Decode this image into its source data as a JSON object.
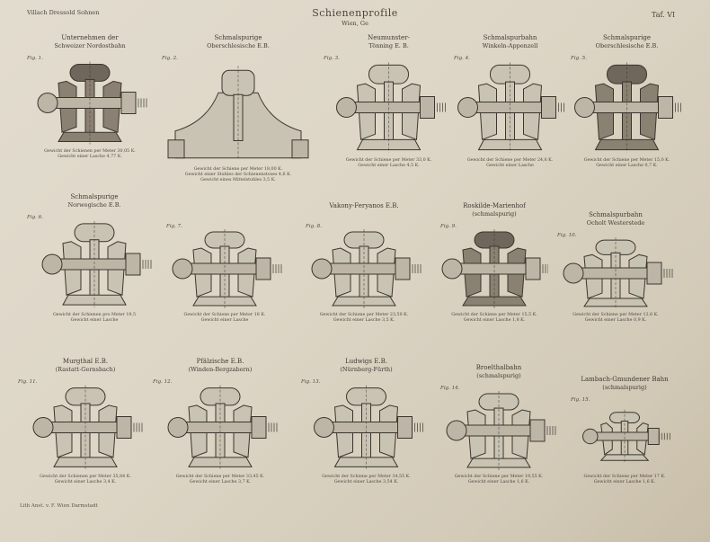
{
  "header": {
    "left": "Villach Dressold Sohnen",
    "title": "Schienenprofile",
    "subtitle": "Wien, Ge",
    "plate": "Taf. VI"
  },
  "footer": "Lith Anst. v. F. Wien Darmstadt",
  "figures": [
    {
      "label": "Fig. 1.",
      "title1": "Unternehmen der",
      "title2": "Schweizer Nordostbahn",
      "cap1": "Gewicht der Schienen per Meter 30,05 K.",
      "cap2": "Gewicht einer Lasche 4,77 K.",
      "variant": "dark"
    },
    {
      "label": "Fig. 2.",
      "title1": "Schmalspurige",
      "title2": "Oberschlesische E.B.",
      "cap1": "Gewicht der Schiene per Meter 18,00 K.",
      "cap2": "Gewicht einer Stuhles der Schienenstoses 4,6 K.",
      "cap3": "Gewicht eines Mittelstuhles 3,5 K.",
      "variant": "chair"
    },
    {
      "label": "Fig. 3.",
      "title1": "Neumunster-",
      "title2": "Tönning E. B.",
      "cap1": "Gewicht der Schiene per Meter 33,0 K.",
      "cap2": "Gewicht einer Lasche 4,5 K.",
      "variant": "light"
    },
    {
      "label": "Fig. 4.",
      "title1": "Schmalspurbahn",
      "title2": "Winkeln-Appenzell",
      "cap1": "Gewicht der Schiene per Meter 24,6 K.",
      "cap2": "Gewicht einer Lasche",
      "variant": "light"
    },
    {
      "label": "Fig. 5.",
      "title1": "Schmalspurige",
      "title2": "Oberschlesische E.B.",
      "cap1": "Gewicht der Schiene per Meter 15,0 K.",
      "cap2": "Gewicht einer Lasche 0,7 K.",
      "variant": "dark"
    },
    {
      "label": "Fig. 6.",
      "title1": "Schmalspurige",
      "title2": "Norwegische E.B.",
      "cap1": "Gewicht der Schienen pro Meter 19,5",
      "cap2": "Gewicht einer Lasche",
      "variant": "light"
    },
    {
      "label": "Fig. 7.",
      "title1": "",
      "title2": "",
      "cap1": "Gewicht der Schiene per Meter 18 K.",
      "cap2": "Gewicht einer Lasche",
      "variant": "light"
    },
    {
      "label": "Fig. 8.",
      "title1": "Vakony-Feryanos E.B.",
      "title2": "",
      "cap1": "Gewicht der Schiene per Meter 23,50 K.",
      "cap2": "Gewicht einer Lasche 3,5 K.",
      "variant": "light"
    },
    {
      "label": "Fig. 9.",
      "title1": "Roskilde-Marienhof",
      "title2": "(schmalspurig)",
      "cap1": "Gewicht der Schiene per Meter 15,5 K.",
      "cap2": "Gewicht einer Lasche 1,8 K.",
      "variant": "dark"
    },
    {
      "label": "Fig. 10.",
      "title1": "Schmalspurbahn",
      "title2": "Ocholt Westerstede",
      "cap1": "Gewicht der Schiene per Meter 12,6 K.",
      "cap2": "Gewicht einer Lasche 0,9 K.",
      "variant": "light"
    },
    {
      "label": "Fig. 11.",
      "title1": "Murgthal E.B.",
      "title2": "(Rastatt-Gernsbach)",
      "cap1": "Gewicht der Schienen per Meter 35,84 K.",
      "cap2": "Gewicht einer Lasche 3,4 K.",
      "variant": "light"
    },
    {
      "label": "Fig. 12.",
      "title1": "Pfälzische E.B.",
      "title2": "(Winden-Bergzabern)",
      "cap1": "Gewicht der Schiene per Meter 33,45 K.",
      "cap2": "Gewicht einer Lasche 3,7 K.",
      "variant": "light"
    },
    {
      "label": "Fig. 13.",
      "title1": "Ludwigs E.B.",
      "title2": "(Nürnberg-Fürth)",
      "cap1": "Gewicht der Schiene per Meter 34,55 K.",
      "cap2": "Gewicht einer Lasche 3,54 K.",
      "variant": "light"
    },
    {
      "label": "Fig. 14.",
      "title1": "Broelthalbahn",
      "title2": "(schmalspurig)",
      "cap1": "Gewicht der Schiene per Meter 19,55 K.",
      "cap2": "Gewicht einer Lasche 1,6 K.",
      "variant": "light"
    },
    {
      "label": "Fig. 15.",
      "title1": "Lambach-Gmundener Bahn",
      "title2": "(schmalspurig)",
      "cap1": "Gewicht der Schiene per Meter 17 K.",
      "cap2": "Gewicht einer Lasche 1,6 K.",
      "variant": "small"
    }
  ],
  "colors": {
    "rail_light": "#c9c3b4",
    "rail_dark": "#8a8173",
    "rail_head_dark": "#6f675c",
    "bolt": "#bdb6a6",
    "outline": "#3b352d"
  }
}
